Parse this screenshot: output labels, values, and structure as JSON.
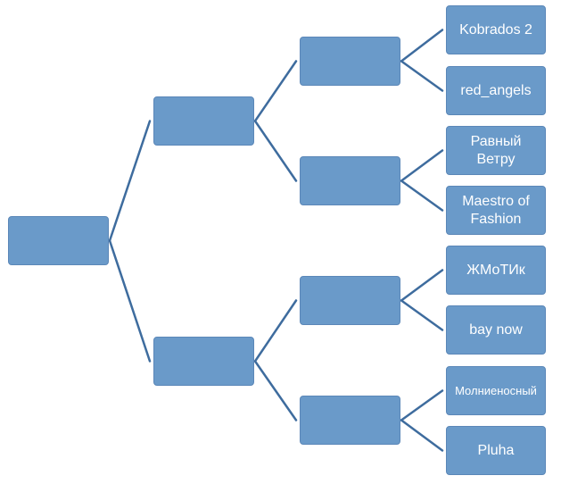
{
  "diagram": {
    "type": "bracket-tree",
    "node_fill": "#6A9AC9",
    "connector_color": "#3E6C9E",
    "root": {
      "label": ""
    },
    "level1": [
      {
        "label": ""
      },
      {
        "label": ""
      }
    ],
    "level2": [
      {
        "label": ""
      },
      {
        "label": ""
      },
      {
        "label": ""
      },
      {
        "label": ""
      }
    ],
    "leaves": [
      {
        "label": "Kobrados 2"
      },
      {
        "label": "red_angels"
      },
      {
        "label": "Равный Ветру"
      },
      {
        "label": "Maestro of Fashion"
      },
      {
        "label": "ЖМоТИк"
      },
      {
        "label": "bay now"
      },
      {
        "label": "Молниеносный"
      },
      {
        "label": "Pluha"
      }
    ]
  }
}
